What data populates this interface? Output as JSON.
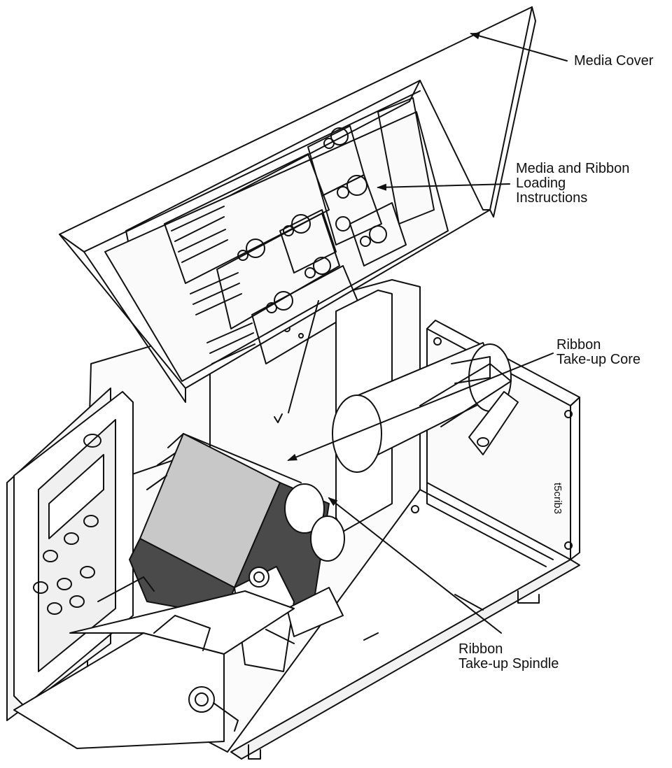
{
  "callouts": {
    "media_cover": "Media Cover",
    "loading_instructions": [
      "Media and Ribbon",
      "Loading",
      "Instructions"
    ],
    "takeup_core": [
      "Ribbon",
      "Take-up Core"
    ],
    "takeup_spindle": [
      "Ribbon",
      "Take-up Spindle"
    ]
  },
  "figure_id": "t5crib3",
  "colors": {
    "line": "#111111",
    "ribbon_dark": "#4a4a4a",
    "ribbon_light": "#c8c8c8",
    "panel": "#f4f4f4"
  }
}
